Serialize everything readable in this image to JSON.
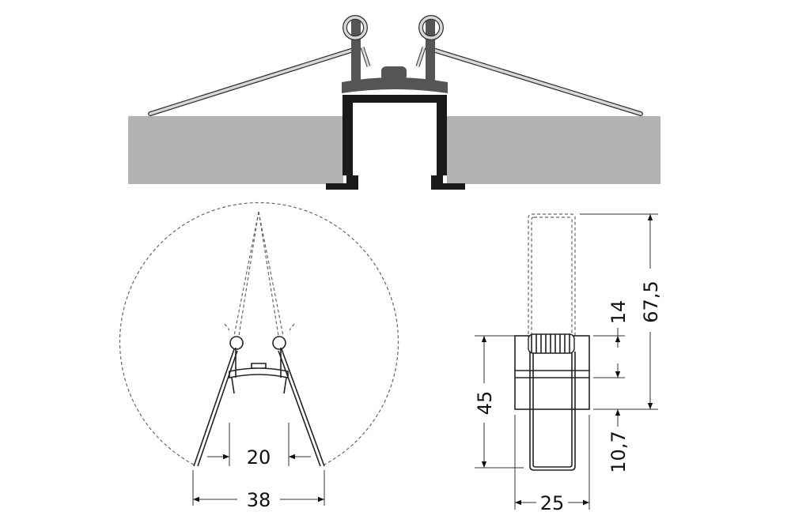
{
  "colors": {
    "surface": "#b3b3b3",
    "profile": "#1a1a1a",
    "holder": "#555555",
    "spring": "#d8d8d8"
  },
  "dimensions": {
    "inner_width": "20",
    "spring_span": "38",
    "clip_width": "25",
    "clip_height": "45",
    "coil_offset": "14",
    "total_height": "67,5",
    "bottom_offset": "10,7"
  }
}
